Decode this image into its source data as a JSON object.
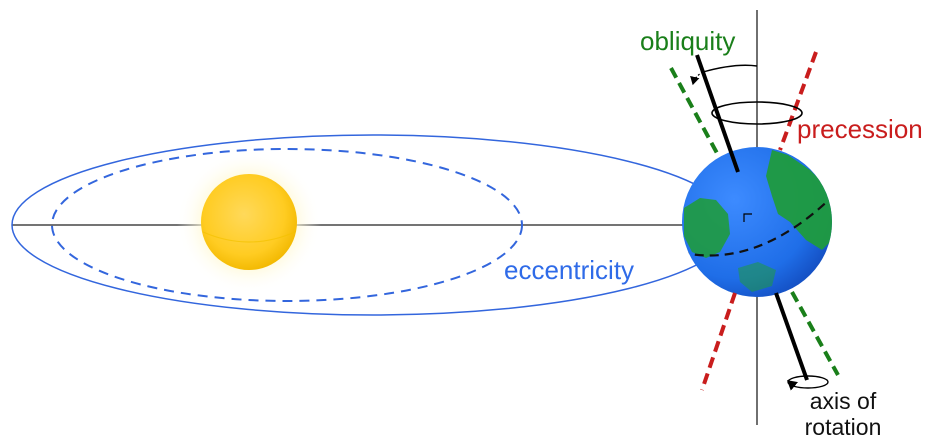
{
  "labels": {
    "obliquity": "obliquity",
    "precession": "precession",
    "eccentricity": "eccentricity",
    "axis_line1": "axis of",
    "axis_line2": "rotation"
  },
  "colors": {
    "obliquity": "#1a7f1a",
    "precession": "#c91d1d",
    "eccentricity": "#2f6be8",
    "orbit": "#3366dd",
    "sun": "#ffcc22",
    "earth_ocean": "#1f6ee8",
    "earth_land": "#1f9b3e",
    "axis": "#000000",
    "reference_lines": "#222222"
  },
  "icons": {
    "sun": "sun-icon",
    "earth": "earth-icon",
    "precession_loop": "precession-loop-icon",
    "rotation_loop": "rotation-loop-icon"
  }
}
